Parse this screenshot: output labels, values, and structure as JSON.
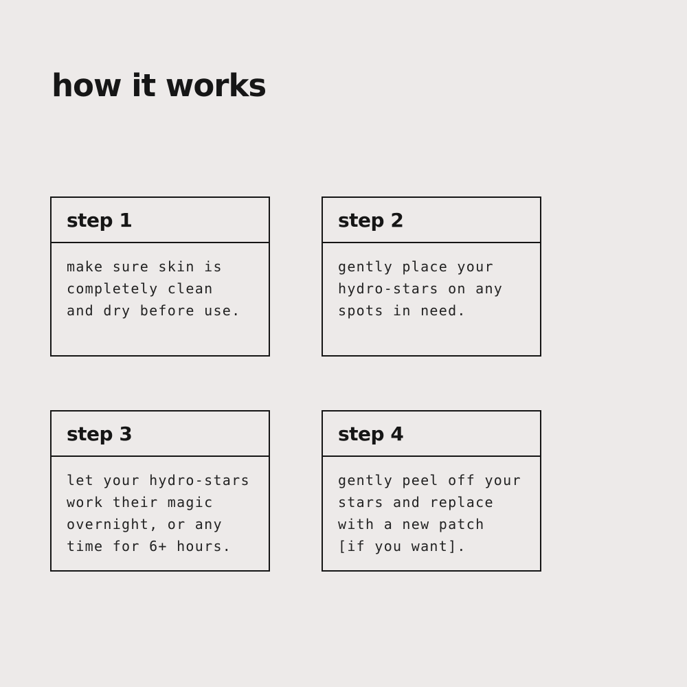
{
  "page": {
    "title": "how it works",
    "background_color": "#edeae9",
    "border_color": "#151515",
    "text_color": "#1b1b1b"
  },
  "steps": [
    {
      "label": "step 1",
      "body": "make sure skin is\ncompletely clean\nand dry before use."
    },
    {
      "label": "step 2",
      "body": "gently place your\nhydro-stars on any\nspots in need."
    },
    {
      "label": "step 3",
      "body": "let your hydro-stars\nwork their magic\novernight, or any\ntime for 6+ hours."
    },
    {
      "label": "step 4",
      "body": "gently peel off your\nstars and replace\nwith a new patch\n[if you want]."
    }
  ]
}
